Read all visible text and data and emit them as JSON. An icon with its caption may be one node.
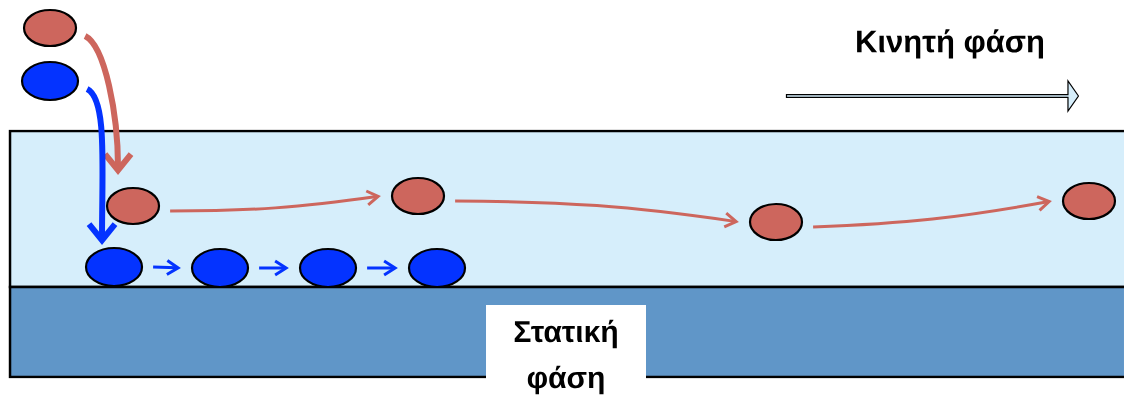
{
  "diagram": {
    "nodes": [
      {
        "text": [],
        "shape": "ellipse"
      },
      {
        "text": [],
        "shape": "ellipse"
      },
      {
        "text": [],
        "shape": "ellipse"
      },
      {
        "text": [],
        "shape": "ellipse"
      },
      {
        "text": [],
        "shape": "ellipse"
      },
      {
        "text": [],
        "shape": "ellipse"
      },
      {
        "text": [],
        "shape": "ellipse"
      },
      {
        "text": [],
        "shape": "ellipse"
      },
      {
        "text": [],
        "shape": "ellipse"
      },
      {
        "text": [],
        "shape": "ellipse"
      },
      {
        "text": [
          "Στατική φάση"
        ]
      }
    ],
    "edges": [
      {
        "from": 0,
        "to": 2,
        "arrow": "to",
        "style": "thick",
        "color": "#cd665d"
      },
      {
        "from": 1,
        "to": 6,
        "arrow": "to",
        "style": "thick",
        "color": "#0433ff"
      },
      {
        "from": 2,
        "to": 3,
        "arrow": "to",
        "color": "#cd665d"
      },
      {
        "from": 3,
        "to": 4,
        "arrow": "to",
        "color": "#cd665d"
      },
      {
        "from": 4,
        "to": 5,
        "arrow": "to",
        "color": "#cd665d"
      },
      {
        "from": 6,
        "to": 7,
        "arrow": "to",
        "color": "#0433ff"
      },
      {
        "from": 7,
        "to": 8,
        "arrow": "to",
        "color": "#0433ff"
      },
      {
        "from": 8,
        "to": 9,
        "arrow": "to",
        "color": "#0433ff"
      }
    ],
    "labels": [
      "Κινητή φάση"
    ]
  }
}
